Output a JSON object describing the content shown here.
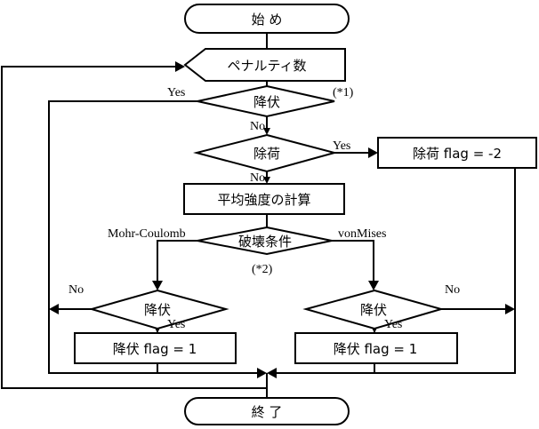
{
  "nodes": {
    "start": "始 め",
    "loop": "ペナルティ数",
    "yield1": "降伏",
    "unload": "除荷",
    "unload_flag": "除荷 flag = -2",
    "avg_strength": "平均強度の計算",
    "failure_criterion": "破壊条件",
    "yield_mc": "降伏",
    "yield_mc_flag": "降伏 flag = 1",
    "yield_vm": "降伏",
    "yield_vm_flag": "降伏 flag = 1",
    "end": "終 了"
  },
  "labels": {
    "yield1_yes": "Yes",
    "yield1_no": "No",
    "note1": "(*1)",
    "unload_yes": "Yes",
    "unload_no": "No",
    "mohr_coulomb": "Mohr-Coulomb",
    "von_mises": "vonMises",
    "note2": "(*2)",
    "mc_no": "No",
    "mc_yes": "Yes",
    "vm_no": "No",
    "vm_yes": "Yes"
  }
}
